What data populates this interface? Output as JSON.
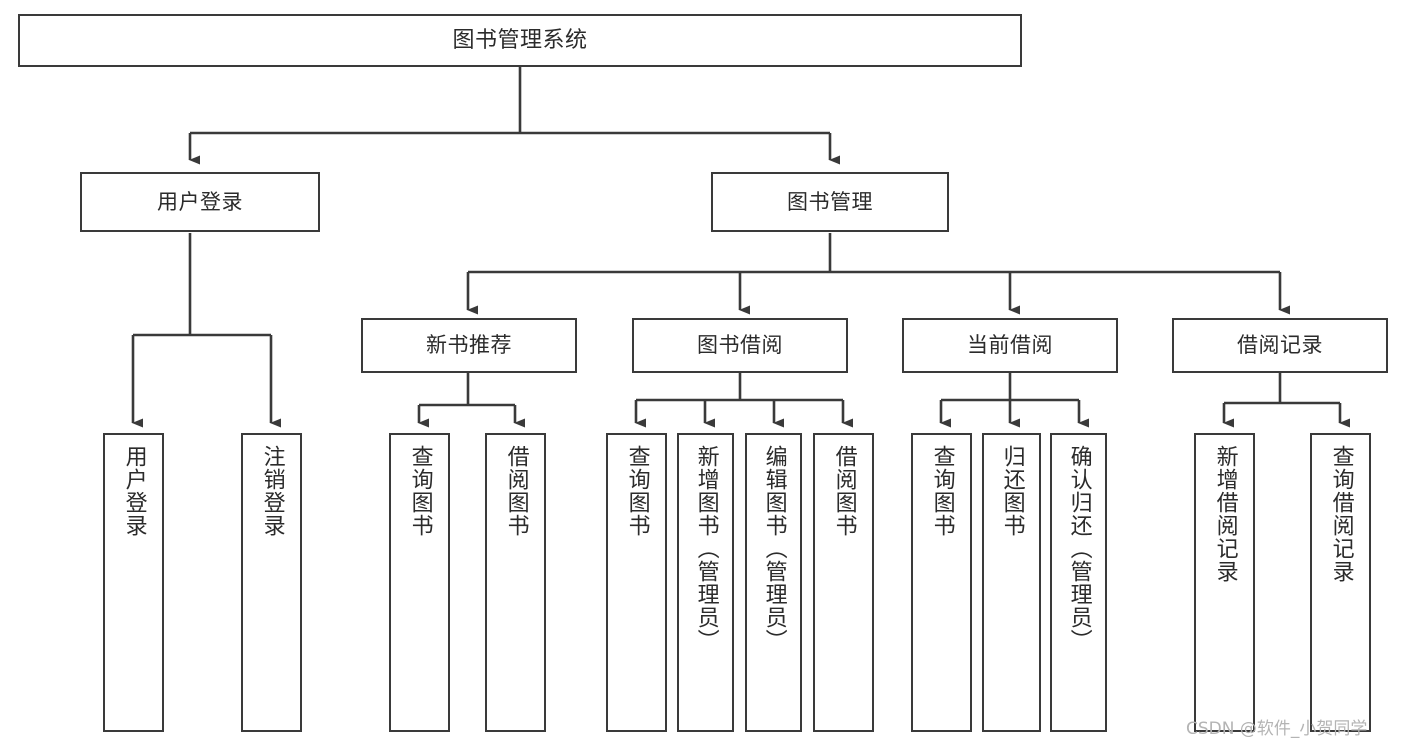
{
  "diagram": {
    "title": "图书管理系统",
    "type": "tree-hierarchy-chart",
    "watermark": "CSDN @软件_小贺同学",
    "colors": {
      "background": "#ffffff",
      "box_border": "#3a3a3a",
      "box_fill": "#ffffff",
      "text": "#2b2b2b",
      "edge": "#3a3a3a",
      "watermark": "#b4b4b4"
    },
    "nodes": {
      "root": {
        "label": "图书管理系统"
      },
      "level2": [
        {
          "label": "用户登录"
        },
        {
          "label": "图书管理"
        }
      ],
      "level3": [
        {
          "label": "新书推荐"
        },
        {
          "label": "图书借阅"
        },
        {
          "label": "当前借阅"
        },
        {
          "label": "借阅记录"
        }
      ],
      "leaves": [
        {
          "label": "用户登录"
        },
        {
          "label": "注销登录"
        },
        {
          "label": "查询图书"
        },
        {
          "label": "借阅图书"
        },
        {
          "label": "查询图书"
        },
        {
          "label": "新增图书（管理员）"
        },
        {
          "label": "编辑图书（管理员）"
        },
        {
          "label": "借阅图书"
        },
        {
          "label": "查询图书"
        },
        {
          "label": "归还图书"
        },
        {
          "label": "确认归还（管理员）"
        },
        {
          "label": "新增借阅记录"
        },
        {
          "label": "查询借阅记录"
        }
      ]
    }
  }
}
